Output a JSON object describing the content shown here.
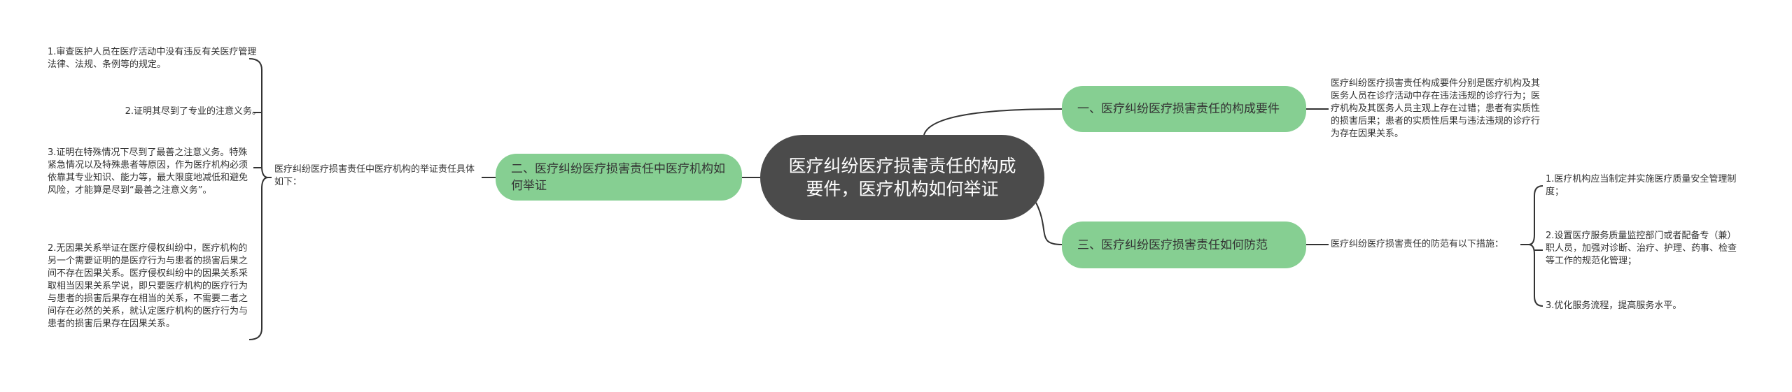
{
  "root": {
    "title": "医疗纠纷医疗损害责任的构成要件，医疗机构如何举证"
  },
  "branches": [
    {
      "label": "一、医疗纠纷医疗损害责任的构成要件",
      "note": "医疗纠纷医疗损害责任构成要件分别是医疗机构及其医务人员在诊疗活动中存在违法违规的诊疗行为；医疗机构及其医务人员主观上存在过错；患者有实质性的损害后果；患者的实质性后果与违法违规的诊疗行为存在因果关系。"
    },
    {
      "label": "二、医疗纠纷医疗损害责任中医疗机构如何举证",
      "note": "医疗纠纷医疗损害责任中医疗机构的举证责任具体如下：",
      "leaves": [
        "1.审查医护人员在医疗活动中没有违反有关医疗管理法律、法规、条例等的规定。",
        "2.证明其尽到了专业的注意义务。",
        "3.证明在特殊情况下尽到了最善之注意义务。特殊紧急情况以及特殊患者等原因，作为医疗机构必须依靠其专业知识、能力等，最大限度地减低和避免风险，才能算是尽到“最善之注意义务”。",
        "2.无因果关系举证在医疗侵权纠纷中，医疗机构的另一个需要证明的是医疗行为与患者的损害后果之间不存在因果关系。医疗侵权纠纷中的因果关系采取相当因果关系学说，即只要医疗机构的医疗行为与患者的损害后果存在相当的关系，不需要二者之间存在必然的关系，就认定医疗机构的医疗行为与患者的损害后果存在因果关系。"
      ]
    },
    {
      "label": "三、医疗纠纷医疗损害责任如何防范",
      "note": "医疗纠纷医疗损害责任的防范有以下措施：",
      "leaves": [
        "1.医疗机构应当制定并实施医疗质量安全管理制度；",
        "2.设置医疗服务质量监控部门或者配备专（兼）职人员，加强对诊断、治疗、护理、药事、检查等工作的规范化管理；",
        "3.优化服务流程，提高服务水平。"
      ]
    }
  ],
  "colors": {
    "root_bg": "#4b4b4b",
    "branch_bg": "#86cf92",
    "line": "#333333"
  }
}
